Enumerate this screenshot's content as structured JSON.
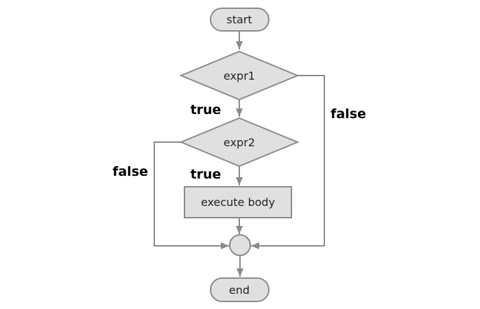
{
  "flowchart": {
    "nodes": {
      "start": {
        "label": "start",
        "shape": "stadium"
      },
      "expr1": {
        "label": "expr1",
        "shape": "diamond"
      },
      "expr2": {
        "label": "expr2",
        "shape": "diamond"
      },
      "body": {
        "label": "execute body",
        "shape": "rectangle"
      },
      "junction": {
        "label": "",
        "shape": "circle"
      },
      "end": {
        "label": "end",
        "shape": "stadium"
      }
    },
    "edge_labels": {
      "expr1_true": "true",
      "expr1_false": "false",
      "expr2_true": "true",
      "expr2_false": "false"
    },
    "colors": {
      "background": "#ffffff",
      "node_fill": "#e0e0e0",
      "node_stroke": "#8a8a8a",
      "edge_stroke": "#8a8a8a",
      "node_text": "#222222",
      "edge_label_text": "#000000"
    }
  }
}
